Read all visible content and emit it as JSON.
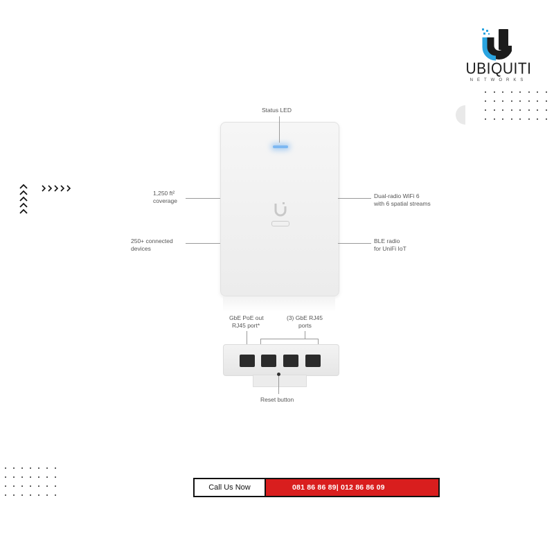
{
  "brand": {
    "name": "UBIQUITI",
    "sub": "NETWORKS",
    "accent": "#d91e1e",
    "logo_blue": "#2aa4e0"
  },
  "callouts": {
    "status_led": "Status LED",
    "coverage": [
      "1,250 ft²",
      "coverage"
    ],
    "devices": [
      "250+ connected",
      "devices"
    ],
    "wifi": [
      "Dual-radio WiFi 6",
      "with 6 spatial streams"
    ],
    "ble": [
      "BLE radio",
      "for UniFi IoT"
    ],
    "poe_port": [
      "GbE PoE out",
      "RJ45 port*"
    ],
    "rj45_ports": [
      "(3) GbE RJ45",
      "ports"
    ],
    "reset": "Reset button"
  },
  "decor": {
    "chevrons_up": "«",
    "chevrons_right": ">>>>>"
  },
  "contact": {
    "call_label": "Call Us Now",
    "phone": "081 86  86 89| 012 86 86 09"
  }
}
